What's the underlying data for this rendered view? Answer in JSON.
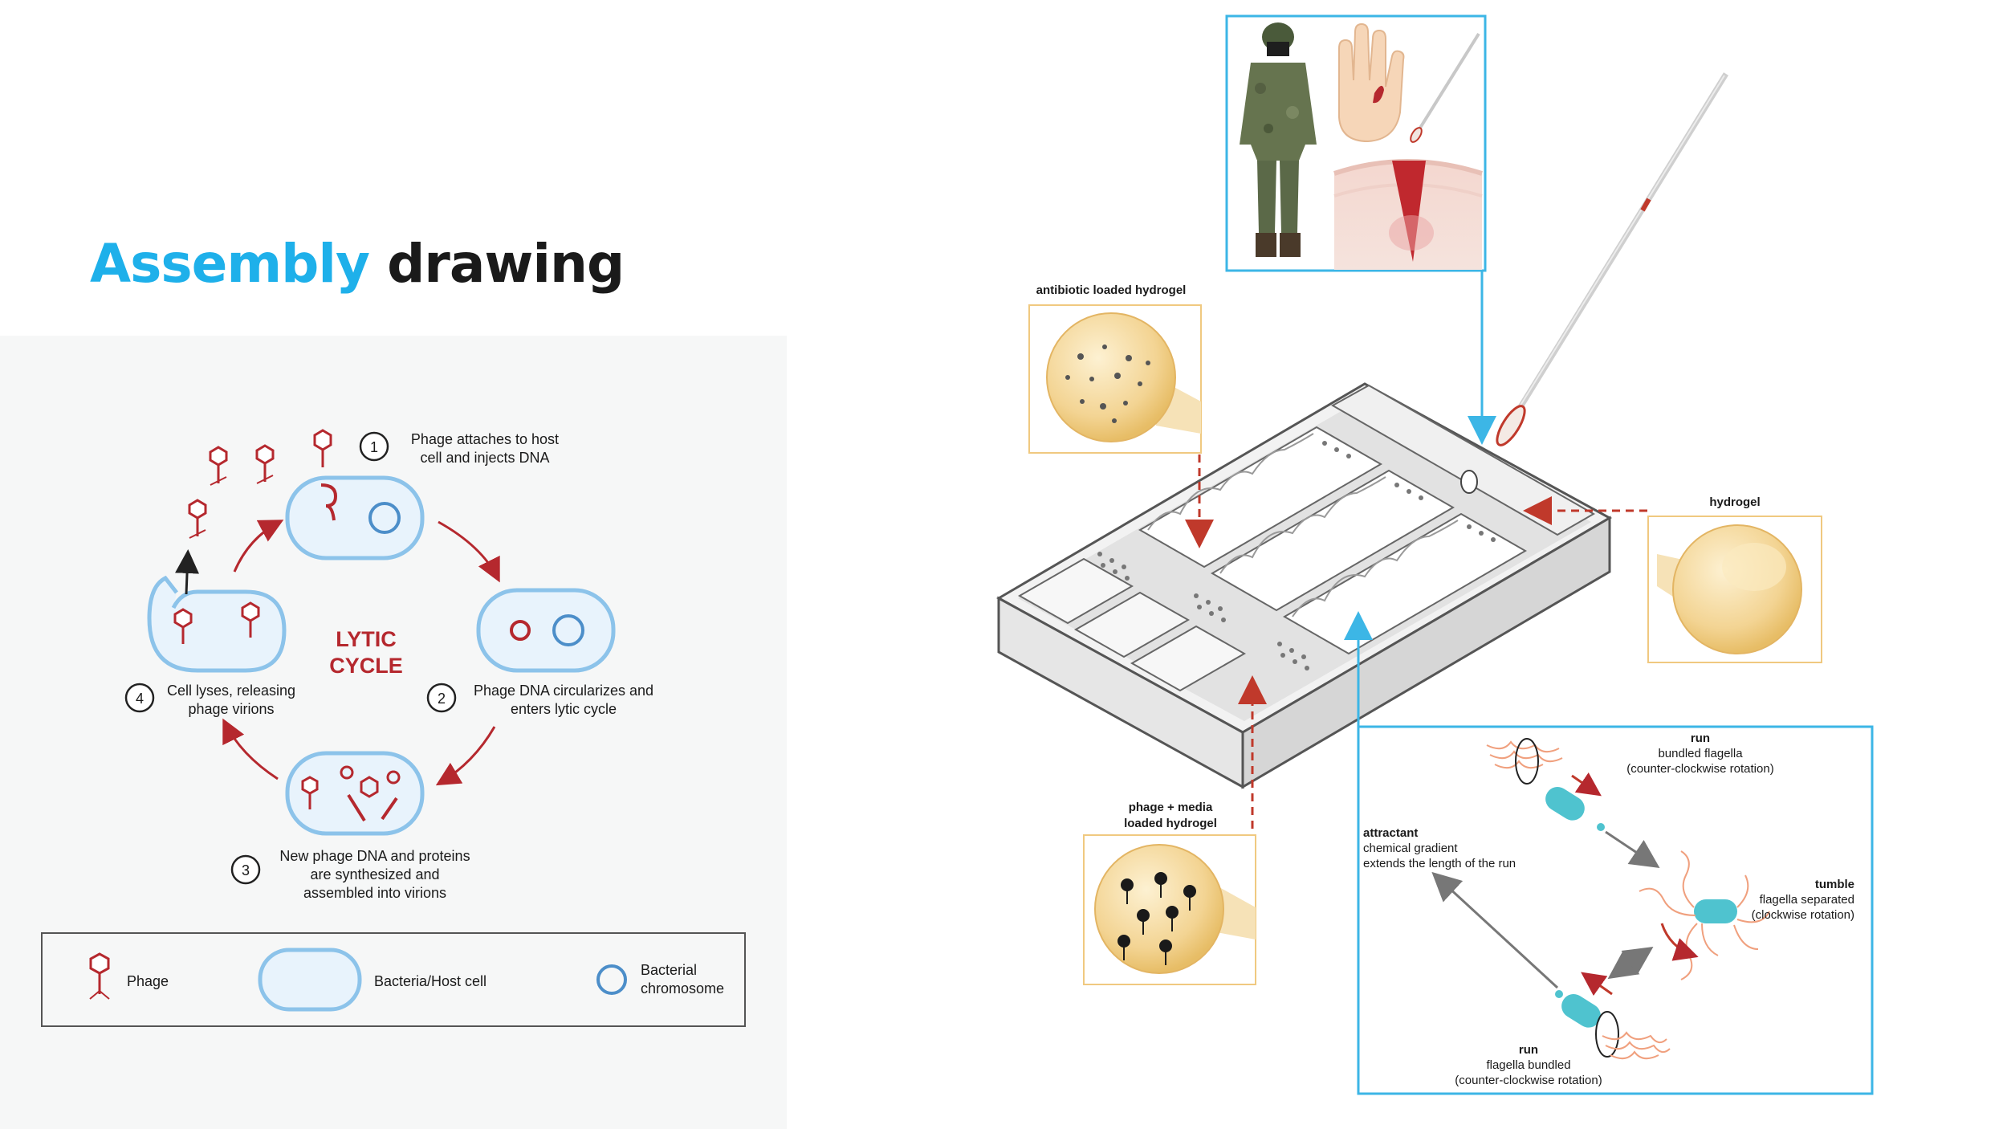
{
  "title": {
    "accent": "Assembly",
    "rest": "drawing"
  },
  "lytic": {
    "center_line1": "LYTIC",
    "center_line2": "CYCLE",
    "steps": [
      {
        "num": "1",
        "line1": "Phage attaches to host",
        "line2": "cell and injects DNA"
      },
      {
        "num": "2",
        "line1": "Phage DNA circularizes and",
        "line2": "enters lytic cycle"
      },
      {
        "num": "3",
        "line1": "New phage DNA and proteins",
        "line2": "are synthesized and",
        "line3": "assembled into virions"
      },
      {
        "num": "4",
        "line1": "Cell lyses, releasing",
        "line2": "phage virions"
      }
    ],
    "legend": {
      "phage": "Phage",
      "host": "Bacteria/Host cell",
      "chromosome_line1": "Bacterial",
      "chromosome_line2": "chromosome"
    }
  },
  "assembly": {
    "antibiotic": "antibiotic loaded hydrogel",
    "hydrogel": "hydrogel",
    "phage_media_line1": "phage + media",
    "phage_media_line2": "loaded hydrogel"
  },
  "chemotaxis": {
    "run_top_title": "run",
    "run_top_line1": "bundled flagella",
    "run_top_line2": "(counter-clockwise rotation)",
    "attractant_title": "attractant",
    "attractant_line1": "chemical gradient",
    "attractant_line2": "extends the length of the run",
    "tumble_title": "tumble",
    "tumble_line1": "flagella separated",
    "tumble_line2": "(clockwise rotation)",
    "run_bottom_title": "run",
    "run_bottom_line1": "flagella bundled",
    "run_bottom_line2": "(counter-clockwise rotation)"
  },
  "colors": {
    "accent": "#1eb0ea",
    "lytic_red": "#b5282e",
    "cell_blue": "#8cc3ea",
    "panel_blue": "#3cb6e6",
    "hydrogel_gold": "#f0c980",
    "dashed_red": "#c0392b"
  }
}
